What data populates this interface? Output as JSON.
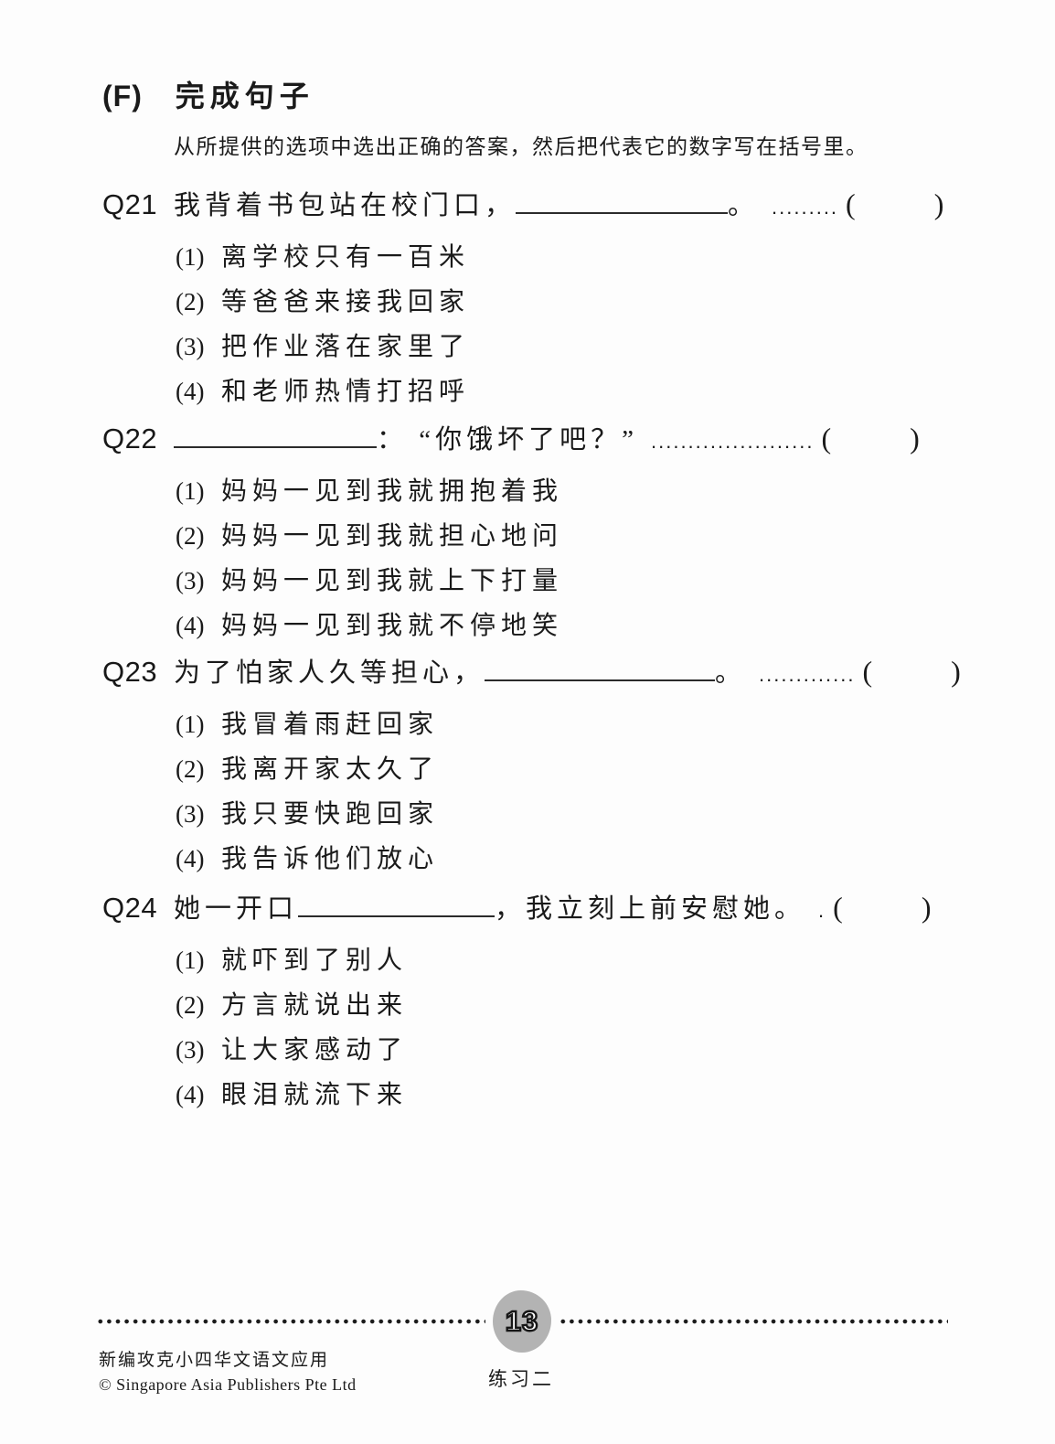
{
  "section": {
    "label": "(F)",
    "title": "完成句子",
    "instruction": "从所提供的选项中选出正确的答案，然后把代表它的数字写在括号里。"
  },
  "shared": {
    "paren_open": "(",
    "paren_close": ")"
  },
  "questions": [
    {
      "number": "Q21",
      "pre_blank": "我背着书包站在校门口，",
      "post_blank": "。",
      "dots": ".........",
      "options": [
        {
          "num": "(1)",
          "text": "离学校只有一百米"
        },
        {
          "num": "(2)",
          "text": "等爸爸来接我回家"
        },
        {
          "num": "(3)",
          "text": "把作业落在家里了"
        },
        {
          "num": "(4)",
          "text": "和老师热情打招呼"
        }
      ]
    },
    {
      "number": "Q22",
      "pre_blank": "",
      "post_blank": "： “你饿坏了吧？”",
      "dots": "......................",
      "options": [
        {
          "num": "(1)",
          "text": "妈妈一见到我就拥抱着我"
        },
        {
          "num": "(2)",
          "text": "妈妈一见到我就担心地问"
        },
        {
          "num": "(3)",
          "text": "妈妈一见到我就上下打量"
        },
        {
          "num": "(4)",
          "text": "妈妈一见到我就不停地笑"
        }
      ]
    },
    {
      "number": "Q23",
      "pre_blank": "为了怕家人久等担心，",
      "post_blank": "。",
      "dots": ".............",
      "options": [
        {
          "num": "(1)",
          "text": "我冒着雨赶回家"
        },
        {
          "num": "(2)",
          "text": "我离开家太久了"
        },
        {
          "num": "(3)",
          "text": "我只要快跑回家"
        },
        {
          "num": "(4)",
          "text": "我告诉他们放心"
        }
      ]
    },
    {
      "number": "Q24",
      "pre_blank": "她一开口",
      "post_blank": "，我立刻上前安慰她。",
      "dots": ".",
      "options": [
        {
          "num": "(1)",
          "text": "就吓到了别人"
        },
        {
          "num": "(2)",
          "text": "方言就说出来"
        },
        {
          "num": "(3)",
          "text": "让大家感动了"
        },
        {
          "num": "(4)",
          "text": "眼泪就流下来"
        }
      ]
    }
  ],
  "footer": {
    "page_number": "13",
    "exercise_label": "练习二",
    "book_title": "新编攻克小四华文语文应用",
    "copyright": "© Singapore Asia Publishers Pte Ltd"
  }
}
